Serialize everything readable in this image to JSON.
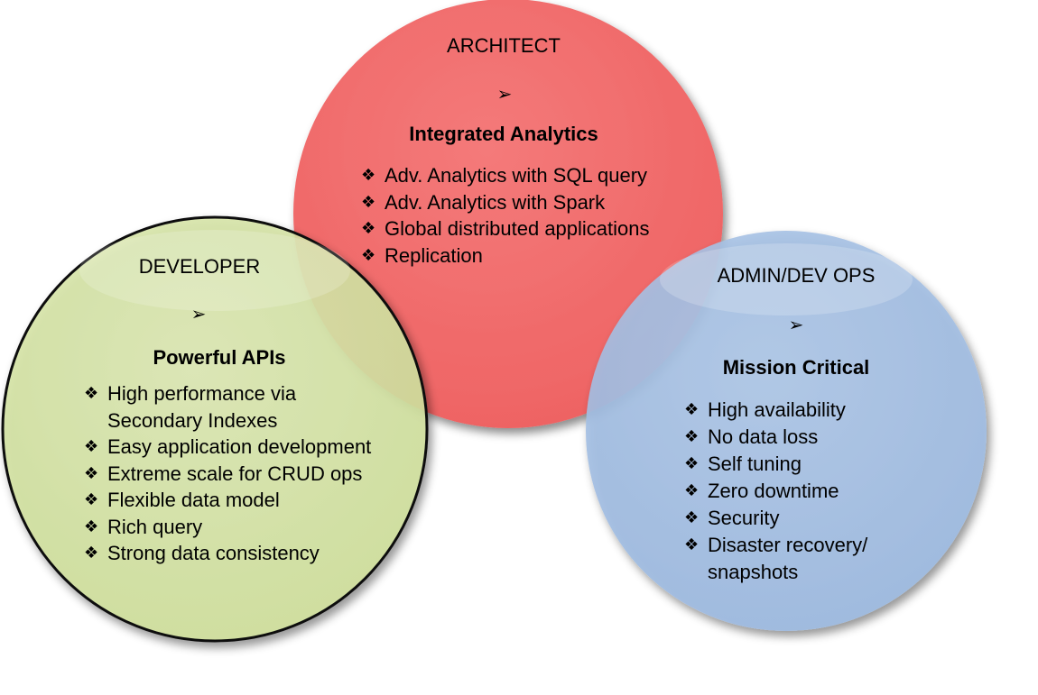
{
  "colors": {
    "architect_fill": "#f26b6b",
    "developer_fill": "#d3e3a2",
    "admin_fill": "#a3bfe3",
    "outline": "#111111"
  },
  "architect": {
    "role": "ARCHITECT",
    "arrow": "➢",
    "heading": "Integrated Analytics",
    "items": [
      "Adv. Analytics with SQL query",
      "Adv. Analytics with Spark",
      "Global distributed applications",
      "Replication"
    ]
  },
  "developer": {
    "role": "DEVELOPER",
    "arrow": "➢",
    "heading": "Powerful APIs",
    "items": [
      "High performance via",
      "Secondary Indexes",
      "Easy application development",
      "Extreme scale for CRUD ops",
      "Flexible data model",
      "Rich query",
      "Strong data consistency"
    ]
  },
  "admin": {
    "role": "ADMIN/DEV OPS",
    "arrow": "➢",
    "heading": "Mission Critical",
    "items": [
      "High availability",
      "No data loss",
      "Self tuning",
      "Zero downtime",
      "Security",
      "Disaster recovery/",
      "snapshots"
    ]
  },
  "bullet_glyph": "❖"
}
